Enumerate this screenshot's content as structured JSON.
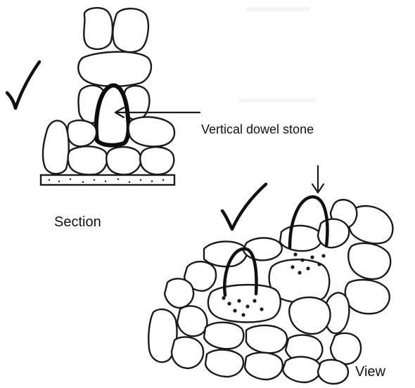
{
  "labels": {
    "dowel": "Vertical dowel stone",
    "section": "Section",
    "view": "View"
  }
}
